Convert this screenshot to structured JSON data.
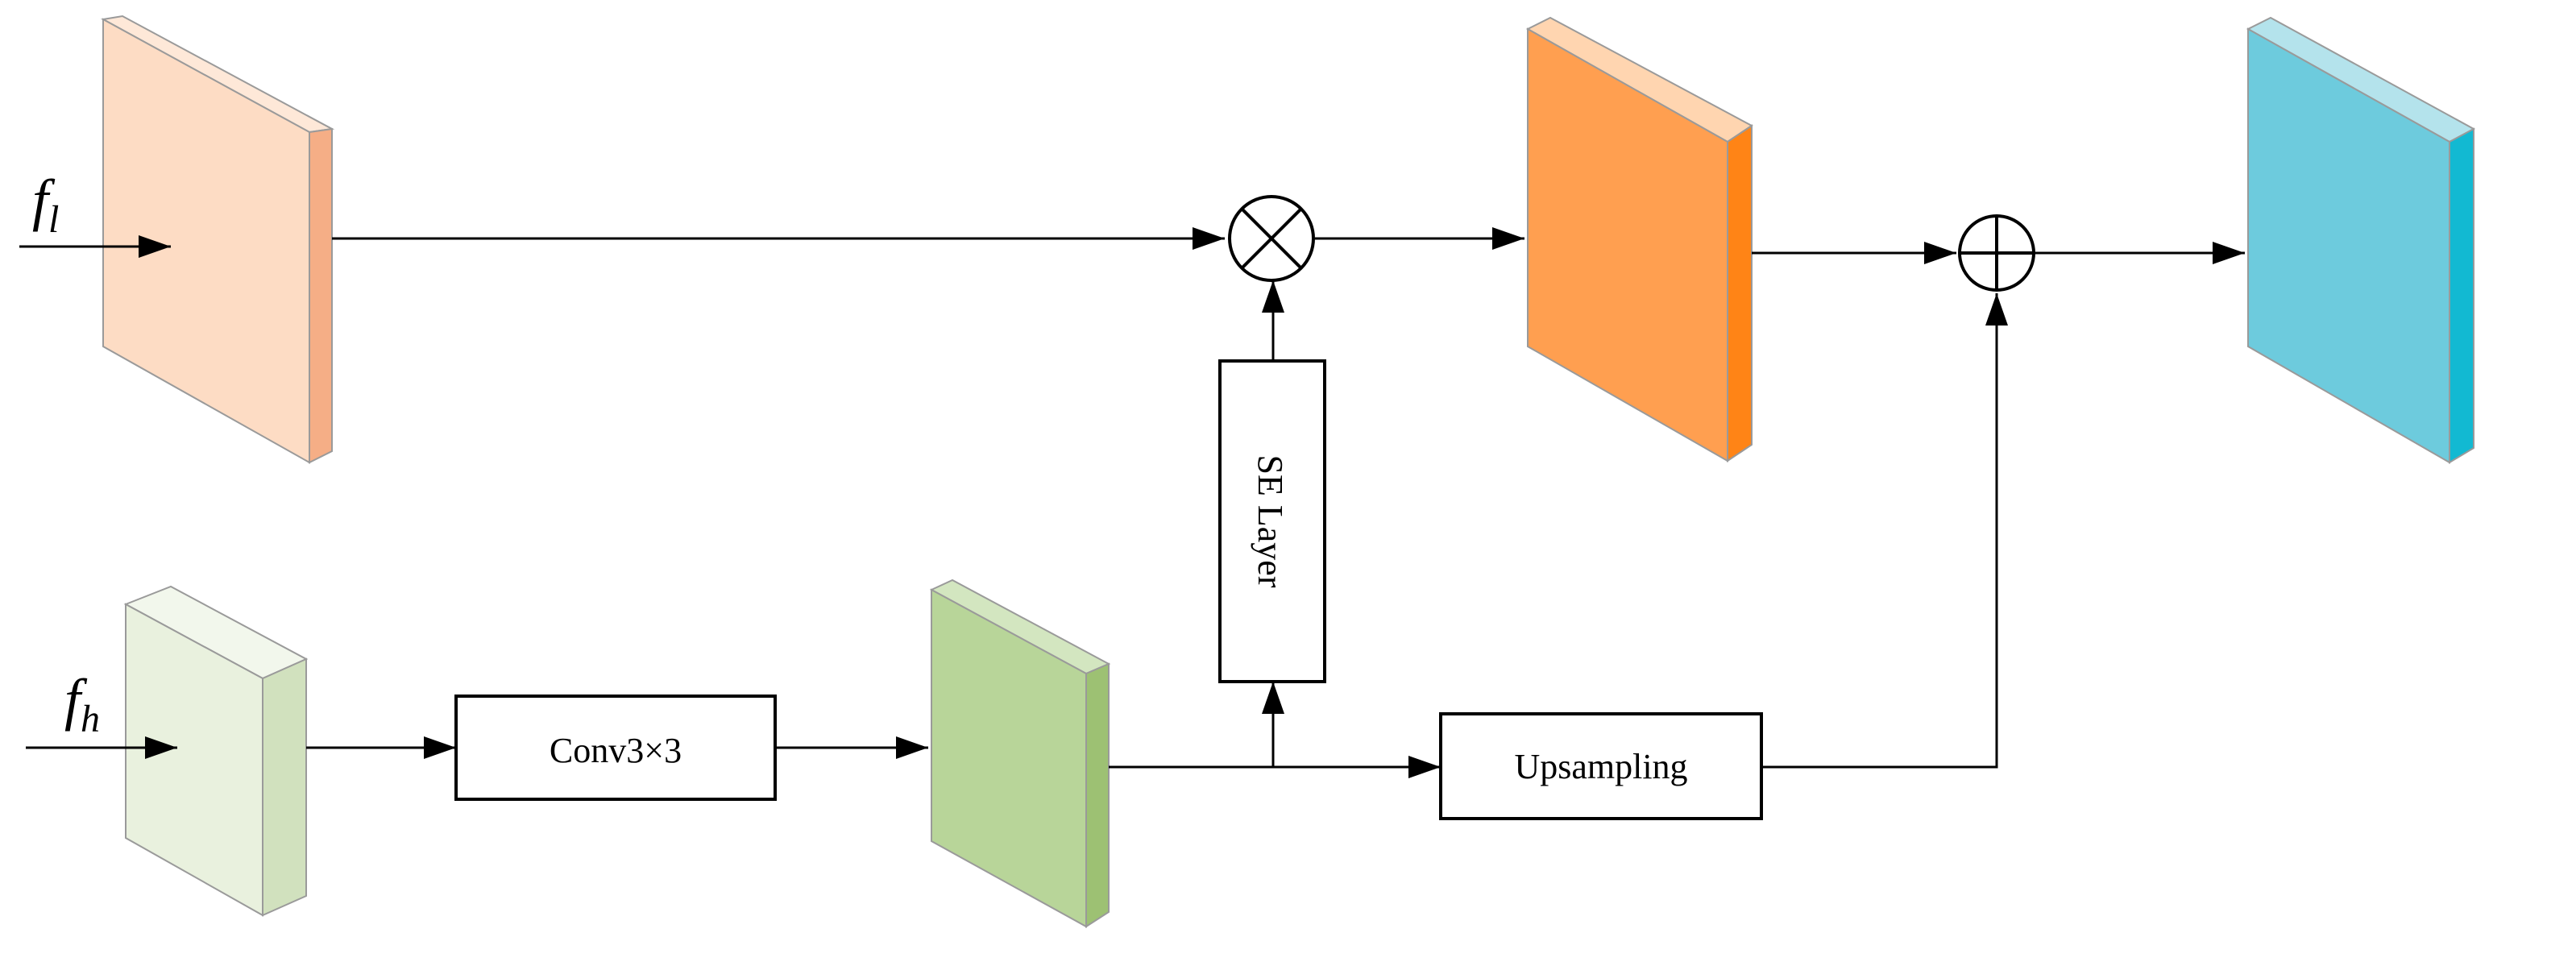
{
  "inputs": {
    "low_main": "f",
    "low_sub": "l",
    "high_main": "f",
    "high_sub": "h"
  },
  "boxes": {
    "conv": "Conv3×3",
    "se": "SE Layer",
    "up": "Upsampling"
  },
  "colors": {
    "low_front": "#FDDCC4",
    "low_side": "#F5AE86",
    "low_top": "#FEE8D8",
    "high_front": "#E9F1DE",
    "high_side": "#D1E1BE",
    "high_top": "#F2F7EC",
    "mid_front": "#B8D599",
    "mid_side": "#9DC173",
    "mid_top": "#D3E6C0",
    "mult_front": "#FF9F50",
    "mult_side": "#FF8416",
    "mult_top": "#FFD5B0",
    "out_front": "#6DCBDD",
    "out_side": "#12B9D2",
    "out_top": "#B4E3EC",
    "edge": "#9a9a9a",
    "line": "#000000"
  }
}
